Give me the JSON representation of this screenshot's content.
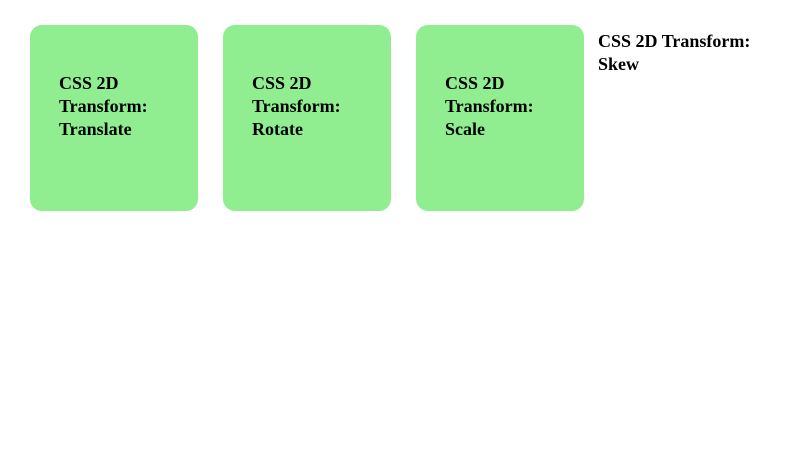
{
  "page": {
    "background_color": "#ffffff",
    "text_color": "#000000",
    "accent_color": "#90ee90"
  },
  "cards": [
    {
      "id": "translate",
      "label": "CSS 2D Transform: Translate",
      "transform": "translate",
      "background_color": "#90ee90",
      "has_box": true
    },
    {
      "id": "rotate",
      "label": "CSS 2D Transform: Rotate",
      "transform": "rotate",
      "background_color": "#90ee90",
      "has_box": true
    },
    {
      "id": "scale",
      "label": "CSS 2D Transform: Scale",
      "transform": "scale",
      "background_color": "#90ee90",
      "has_box": true
    },
    {
      "id": "skew",
      "label": "CSS 2D Transform: Skew",
      "transform": "skew",
      "background_color": "transparent",
      "has_box": false
    }
  ]
}
